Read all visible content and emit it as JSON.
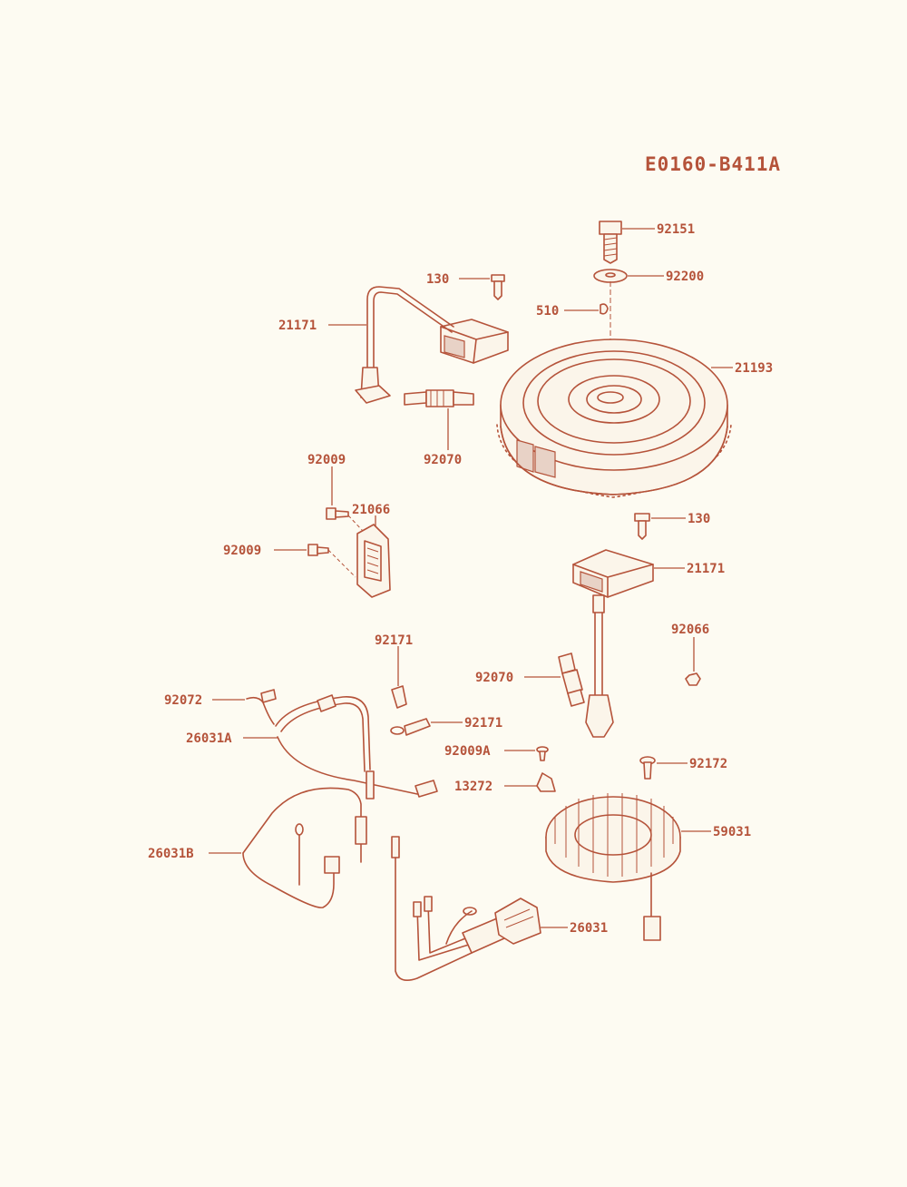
{
  "diagram_code": "E0160-B411A",
  "parts": {
    "p92151": "92151",
    "p92200": "92200",
    "p130_top": "130",
    "p510": "510",
    "p21171_top": "21171",
    "p21193": "21193",
    "p92070_top": "92070",
    "p92009_top": "92009",
    "p21066": "21066",
    "p92009_mid": "92009",
    "p130_mid": "130",
    "p21171_mid": "21171",
    "p92066": "92066",
    "p92171_top": "92171",
    "p92070_mid": "92070",
    "p92072": "92072",
    "p92171_mid": "92171",
    "p26031A": "26031A",
    "p92009A": "92009A",
    "p92172": "92172",
    "p13272": "13272",
    "p59031": "59031",
    "p26031B": "26031B",
    "p26031": "26031"
  },
  "colors": {
    "line": "#b5533a",
    "background": "#fdfbf2"
  }
}
